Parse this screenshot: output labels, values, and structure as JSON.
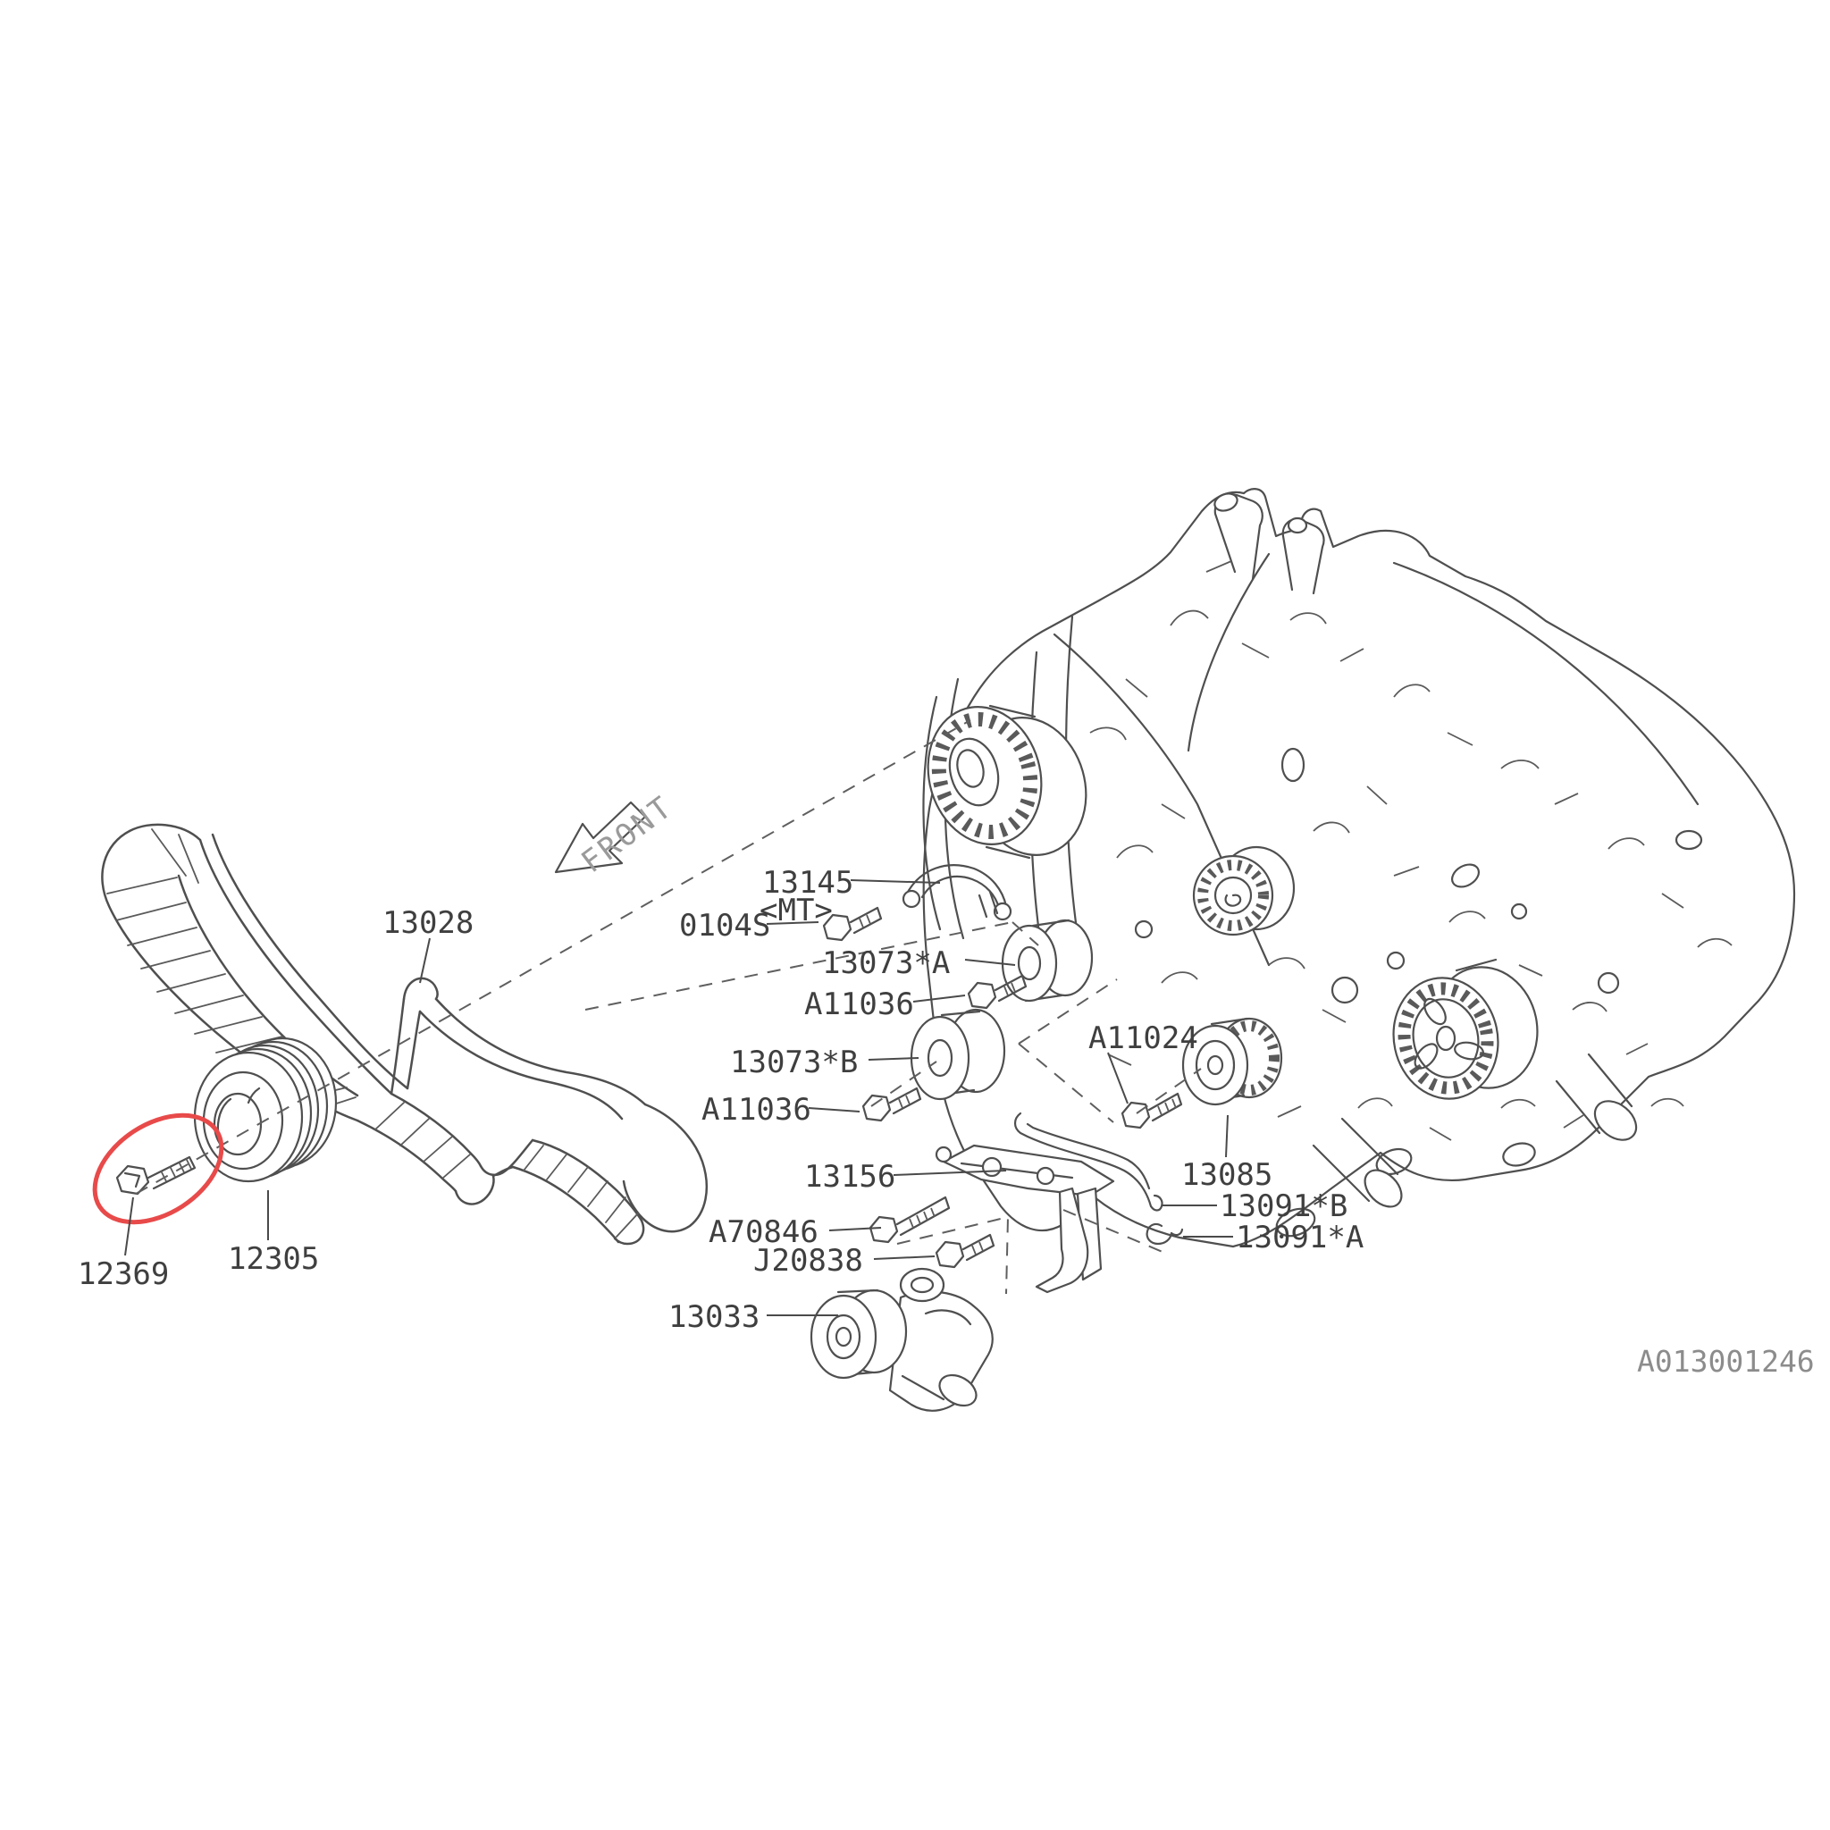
{
  "diagram": {
    "front_marker": "FRONT",
    "code": "A013001246",
    "highlight_color": "#e84a4a",
    "highlighted_part": "12369"
  },
  "labels": {
    "belt": "13028",
    "mt_bracket": "13145",
    "mt_note": "<MT>",
    "bolt_0104s": "0104S",
    "idler_a": "13073*A",
    "bolt_a11036_upper": "A11036",
    "idler_b": "13073*B",
    "bolt_a11036_lower": "A11036",
    "bolt_a11024": "A11024",
    "cam_sprocket": "13085",
    "belt_guide_b": "13091*B",
    "belt_guide_a": "13091*A",
    "tensioner_bracket": "13156",
    "bolt_a70846": "A70846",
    "bolt_j20838": "J20838",
    "belt_tensioner": "13033",
    "crank_pulley_bolt": "12369",
    "crank_pulley": "12305"
  }
}
